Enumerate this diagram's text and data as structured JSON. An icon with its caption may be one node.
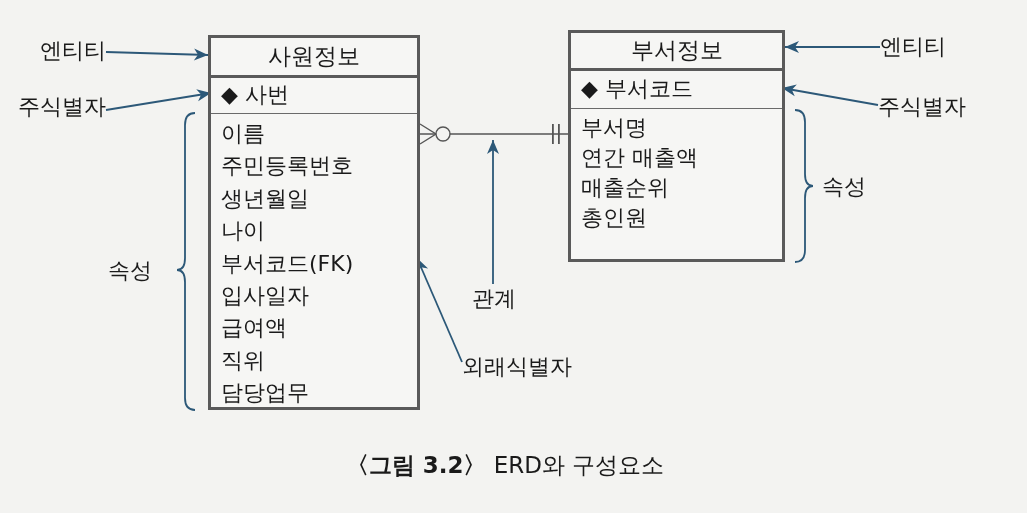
{
  "diagram": {
    "caption": "**〈그림 3.2〉** ERD와 구성요소",
    "nodes": [
      {
        "text": [
          "사원정보"
        ]
      },
      {
        "text": [
          "◆ 사번"
        ],
        "in": 0
      },
      {
        "text": [
          "이름",
          "주민등록번호",
          "생년월일",
          "나이",
          "부서코드(FK)",
          "입사일자",
          "급여액",
          "직위",
          "담당업무"
        ],
        "in": 0
      },
      {
        "text": [
          "부서정보"
        ]
      },
      {
        "text": [
          "◆ 부서코드"
        ],
        "in": 3
      },
      {
        "text": [
          "부서명",
          "연간 매출액",
          "매출순위",
          "총인원"
        ],
        "in": 3
      },
      {
        "text": [
          "엔티티"
        ]
      },
      {
        "text": [
          "주식별자"
        ]
      },
      {
        "text": [
          "외래식별자"
        ]
      },
      {
        "text": [
          "관계"
        ]
      },
      {
        "text": [
          "엔티티"
        ]
      },
      {
        "text": [
          "주식별자"
        ]
      }
    ],
    "edges": [
      {
        "from": 6,
        "to": 0,
        "arrow": "to"
      },
      {
        "from": 7,
        "to": 1,
        "arrow": "to"
      },
      {
        "from": 0,
        "to": 3,
        "arrow": "other",
        "color": "#555555"
      },
      {
        "from": 10,
        "to": 3,
        "arrow": "to"
      },
      {
        "from": 11,
        "to": 4,
        "arrow": "to"
      },
      {
        "from": 9,
        "to": null,
        "arrow": "to"
      },
      {
        "from": 8,
        "to": 2,
        "arrow": "to"
      }
    ],
    "labels": [
      "속성",
      "속성"
    ]
  }
}
